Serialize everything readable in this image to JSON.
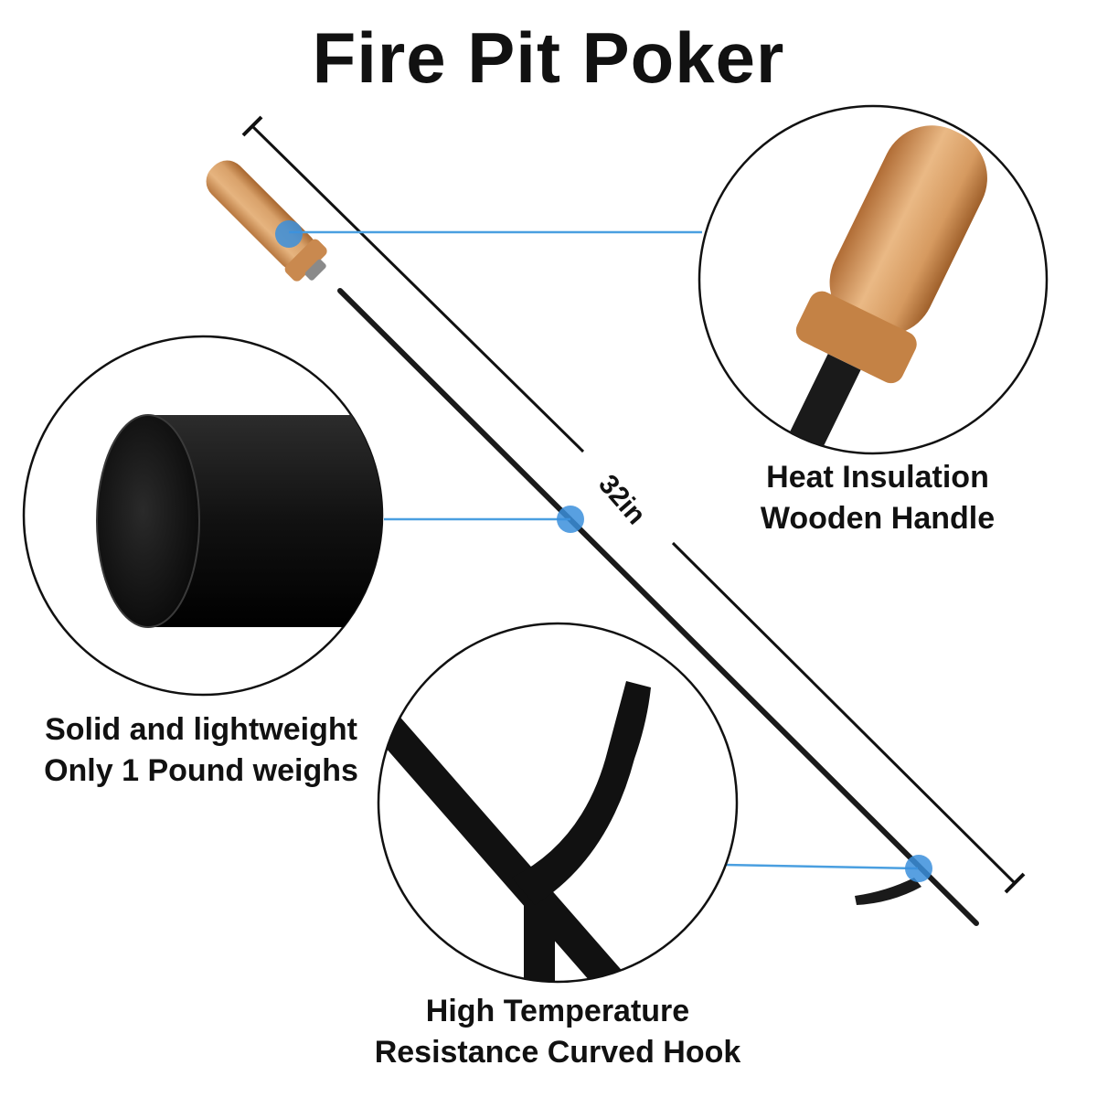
{
  "title": "Fire Pit Poker",
  "dimension_label": "32in",
  "captions": {
    "handle": [
      "Heat Insulation",
      "Wooden Handle"
    ],
    "rod": [
      "Solid and lightweight",
      "Only 1 Pound weighs"
    ],
    "hook": [
      "High Temperature",
      "Resistance Curved Hook"
    ]
  },
  "colors": {
    "callout_line": "#4a9fe0",
    "callout_dot": "#3b8fdc",
    "rod": "#1c1c1c",
    "wood": "#d9a26b",
    "text": "#111111"
  },
  "icons": [
    "wooden-handle-closeup",
    "rod-end-closeup",
    "curved-hook-closeup"
  ]
}
